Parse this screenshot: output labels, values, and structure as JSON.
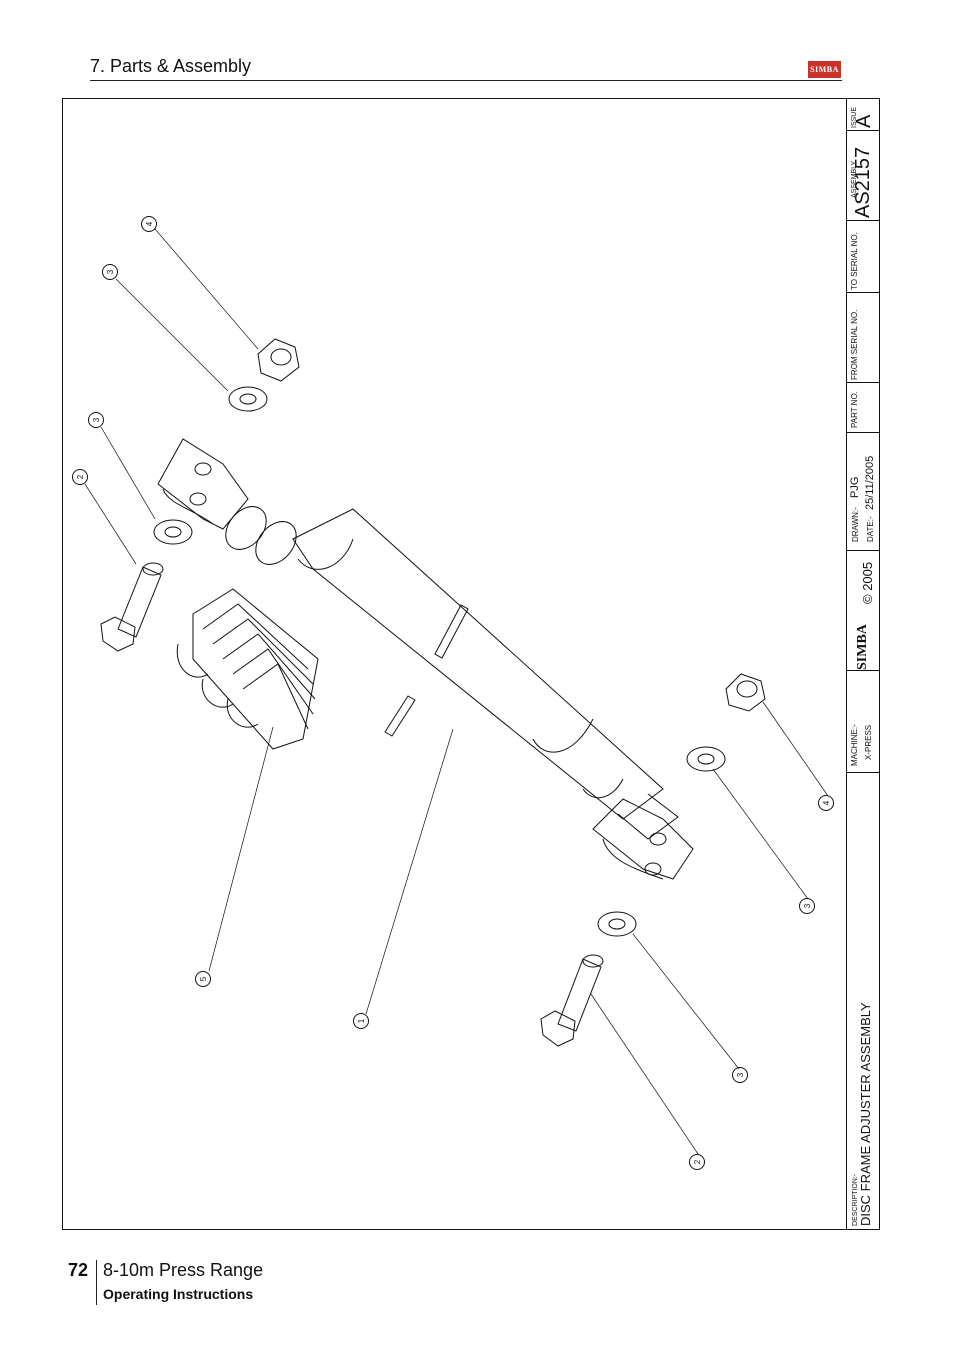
{
  "header": {
    "section": "7. Parts & Assembly",
    "logo_text": "SIMBA"
  },
  "title_block": {
    "issue_label": "ISSUE",
    "issue": "A",
    "assembly_label": "ASSEMBLY",
    "assembly_no": "AS2157",
    "to_serial_label": "TO SERIAL NO.",
    "from_serial_label": "FROM SERIAL NO.",
    "part_no_label": "PART NO.",
    "drawn_label": "DRAWN:-",
    "drawn_by": "PJG",
    "date_label": "DATE:-",
    "date": "25/11/2005",
    "copyright": "© 2005",
    "brand": "SIMBA",
    "machine_label": "MACHINE:-",
    "machine": "X-PRESS",
    "description_label": "DESCRIPTION:-",
    "description": "DISC FRAME ADJUSTER ASSEMBLY"
  },
  "balloons": [
    "4",
    "3",
    "3",
    "2",
    "5",
    "1",
    "4",
    "3",
    "3",
    "2"
  ],
  "footer": {
    "page_number": "72",
    "title": "8-10m Press Range",
    "subtitle": "Operating Instructions"
  },
  "colors": {
    "line": "#111111",
    "logo": "#c8342a"
  }
}
